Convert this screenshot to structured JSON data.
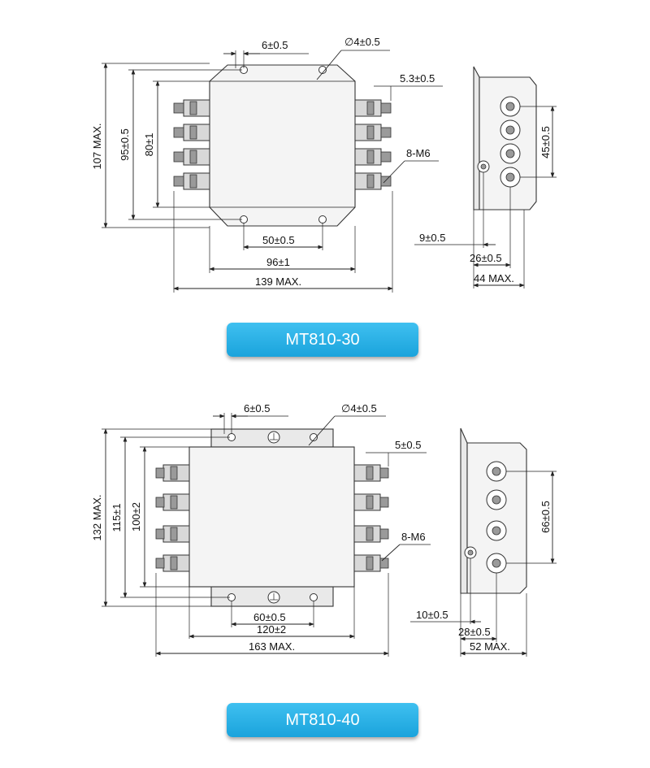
{
  "top": {
    "labels": {
      "d_hole_space": "6±0.5",
      "d_hole_dia": "∅4±0.5",
      "d_stud_off": "5.3±0.5",
      "d_height_max": "107 MAX.",
      "d_height_95": "95±0.5",
      "d_height_80": "80±1",
      "d_m6": "8-M6",
      "d_50": "50±0.5",
      "d_96": "96±1",
      "d_139": "139 MAX.",
      "d_side_45": "45±0.5",
      "d_side_9": "9±0.5",
      "d_side_26": "26±0.5",
      "d_side_44": "44 MAX."
    },
    "model": "MT810-30"
  },
  "bottom": {
    "labels": {
      "d_hole_space": "6±0.5",
      "d_hole_dia": "∅4±0.5",
      "d_stud_off": "5±0.5",
      "d_height_max": "132 MAX.",
      "d_height_115": "115±1",
      "d_height_100": "100±2",
      "d_m6": "8-M6",
      "d_60": "60±0.5",
      "d_120": "120±2",
      "d_163": "163 MAX.",
      "d_side_66": "66±0.5",
      "d_side_10": "10±0.5",
      "d_side_28": "28±0.5",
      "d_side_52": "52 MAX."
    },
    "model": "MT810-40"
  }
}
